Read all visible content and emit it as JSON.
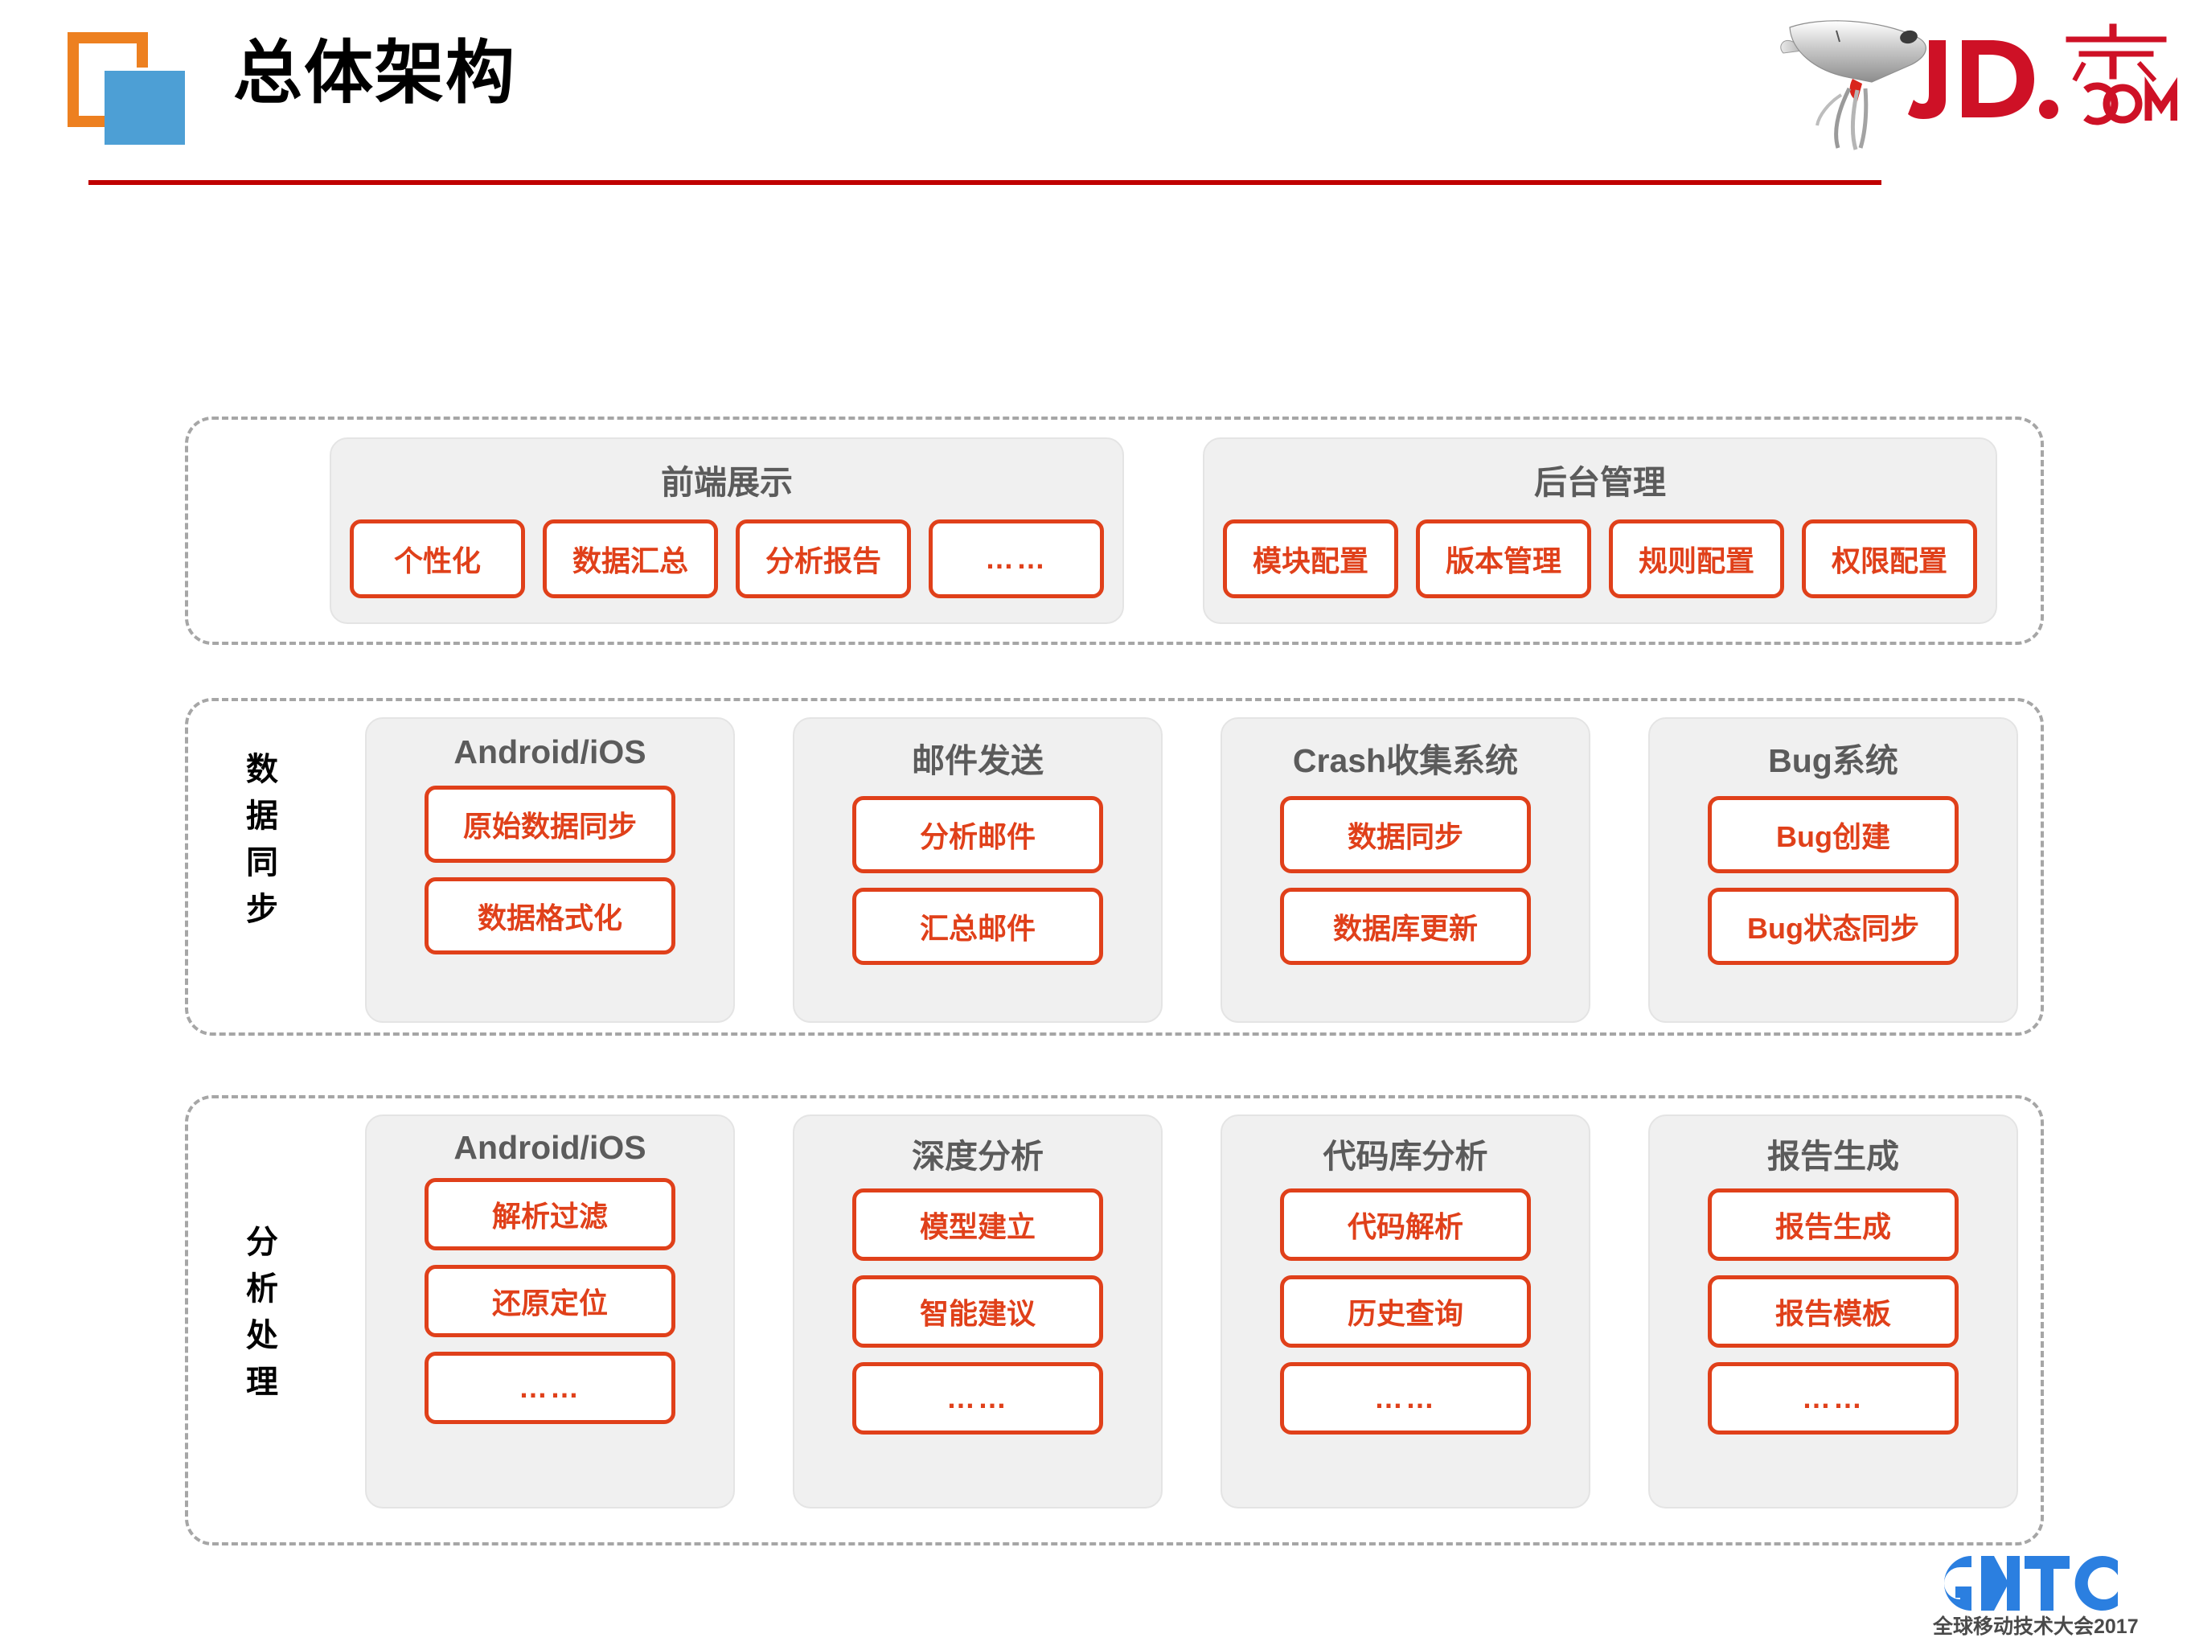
{
  "header": {
    "title": "总体架构",
    "logo_mark": {
      "bracket_color": "#ED8020",
      "square_color": "#4D9FD5"
    },
    "rule_color": "#C00000",
    "brand": {
      "name": "JD.COM",
      "cn_name": "京东",
      "dot_com": ".COM",
      "jd": "JD",
      "color": "#CE1126"
    }
  },
  "footer": {
    "conference_logo": "GMTC",
    "conference_subtitle": "全球移动技术大会2017",
    "logo_color": "#2B7FE0"
  },
  "theme": {
    "chip_color": "#E0401A",
    "panel_bg": "#F0F0F0",
    "panel_border": "#E4E4E4",
    "dashed_border": "#A6A6A6",
    "group_title_color": "#5B5B5B"
  },
  "sections": [
    {
      "row_label": "",
      "groups": [
        {
          "title": "前端展示",
          "layout": "row",
          "chips": [
            "个性化",
            "数据汇总",
            "分析报告",
            "……"
          ]
        },
        {
          "title": "后台管理",
          "layout": "row",
          "chips": [
            "模块配置",
            "版本管理",
            "规则配置",
            "权限配置"
          ]
        }
      ]
    },
    {
      "row_label": "数据同步",
      "row_label_chars": [
        "数",
        "据",
        "同",
        "步"
      ],
      "groups": [
        {
          "title": "Android/iOS",
          "layout": "col",
          "chips": [
            "原始数据同步",
            "数据格式化"
          ]
        },
        {
          "title": "邮件发送",
          "layout": "col",
          "chips": [
            "分析邮件",
            "汇总邮件"
          ]
        },
        {
          "title": "Crash收集系统",
          "layout": "col",
          "chips": [
            "数据同步",
            "数据库更新"
          ]
        },
        {
          "title": "Bug系统",
          "layout": "col",
          "chips": [
            "Bug创建",
            "Bug状态同步"
          ]
        }
      ]
    },
    {
      "row_label": "分析处理",
      "row_label_chars": [
        "分",
        "析",
        "处",
        "理"
      ],
      "groups": [
        {
          "title": "Android/iOS",
          "layout": "col",
          "chips": [
            "解析过滤",
            "还原定位",
            "……"
          ]
        },
        {
          "title": "深度分析",
          "layout": "col",
          "chips": [
            "模型建立",
            "智能建议",
            "……"
          ]
        },
        {
          "title": "代码库分析",
          "layout": "col",
          "chips": [
            "代码解析",
            "历史查询",
            "……"
          ]
        },
        {
          "title": "报告生成",
          "layout": "col",
          "chips": [
            "报告生成",
            "报告模板",
            "……"
          ]
        }
      ]
    }
  ]
}
